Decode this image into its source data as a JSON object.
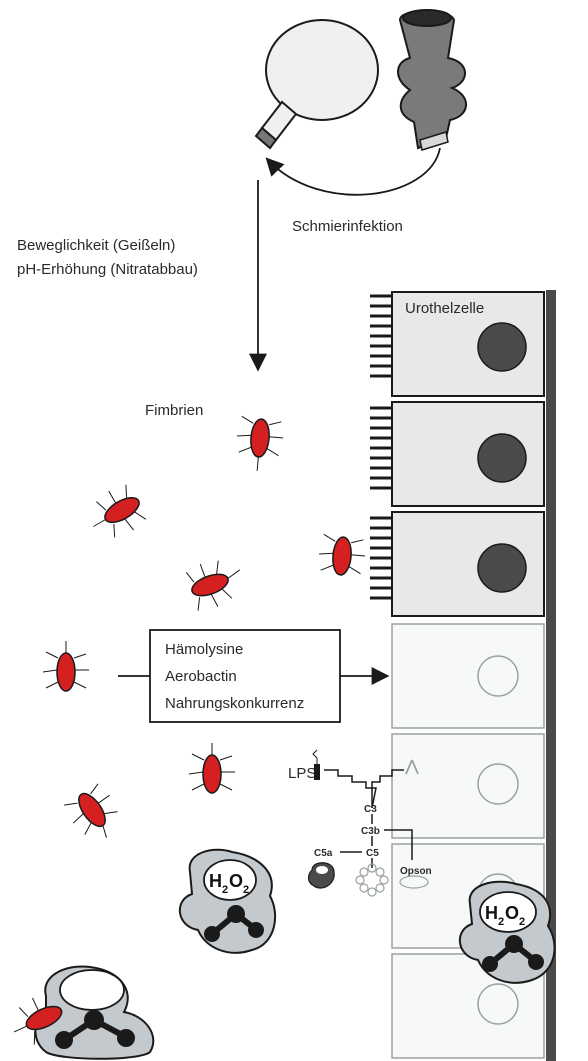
{
  "labels": {
    "smear_infection": "Schmierinfektion",
    "motility": "Beweglichkeit (Geißeln)",
    "ph_increase": "pH-Erhöhung (Nitratabbau)",
    "fimbriae": "Fimbrien",
    "urothelial_cell": "Urothelzelle",
    "lps": "LPS",
    "opsonin": "Opson"
  },
  "factors_box": {
    "lines": [
      "Hämolysine",
      "Aerobactin",
      "Nahrungskonkurrenz"
    ]
  },
  "complement": {
    "c3": "C3",
    "c3b": "C3b",
    "c5": "C5",
    "c5a": "C5a"
  },
  "h2o2": {
    "h": "H",
    "two_a": "2",
    "o": "O",
    "two_b": "2"
  },
  "colors": {
    "bacterium": "#d42020",
    "nucleus_dark": "#4a4a4a",
    "cell_fill": "#e6e8ea",
    "phagocyte": "#c4c9cd",
    "outline": "#1a1a1a"
  }
}
